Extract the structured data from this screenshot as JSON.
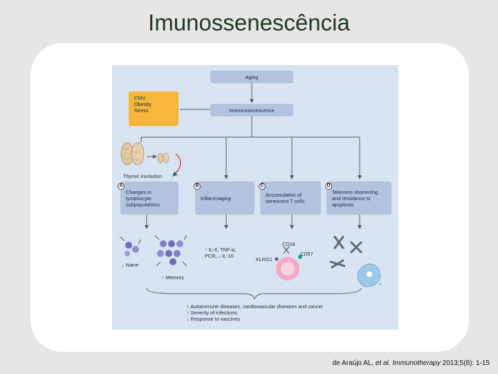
{
  "slide": {
    "title": "Imunossenescência"
  },
  "figure": {
    "aging": "Aging",
    "factors": [
      "CMV",
      "Obesity",
      "Stress"
    ],
    "immunosenescence": "Immunosenescence",
    "thymic_involution": "Thymic involution",
    "branches": [
      {
        "letter": "A",
        "lines": [
          "Changes in",
          "lymphocyte",
          "subpopulations"
        ]
      },
      {
        "letter": "B",
        "lines": [
          "Inflammaging"
        ]
      },
      {
        "letter": "C",
        "lines": [
          "Accumulation of",
          "senescent T cells"
        ]
      },
      {
        "letter": "D",
        "lines": [
          "Telomere shortening",
          "and resistance to",
          "apoptosis"
        ]
      }
    ],
    "naive": "↓ Naive",
    "memory": "↑ Memory",
    "cytokines": [
      "↑ IL-6, TNF-α,",
      "PCR, ↓ IL-10"
    ],
    "markers": {
      "cd28": "CD28",
      "cd57": "CD57",
      "klrg1": "KLRG1"
    },
    "outcomes": [
      "↑ Autoimmune diseases, cardiovascular diseases and cancer",
      "↑ Severity of infections",
      "↓ Response to vaccines"
    ]
  },
  "citation": {
    "authors": "de Araújo AL, ",
    "etal": "et al.",
    "journal": " Immunotherapy",
    "details": " 2013;5(8): 1-15"
  },
  "colors": {
    "figure_bg": "#d8e4f1",
    "box": "#b4c3dd",
    "factor_box": "#f6b63c",
    "arrow": "#4a5a7a"
  }
}
